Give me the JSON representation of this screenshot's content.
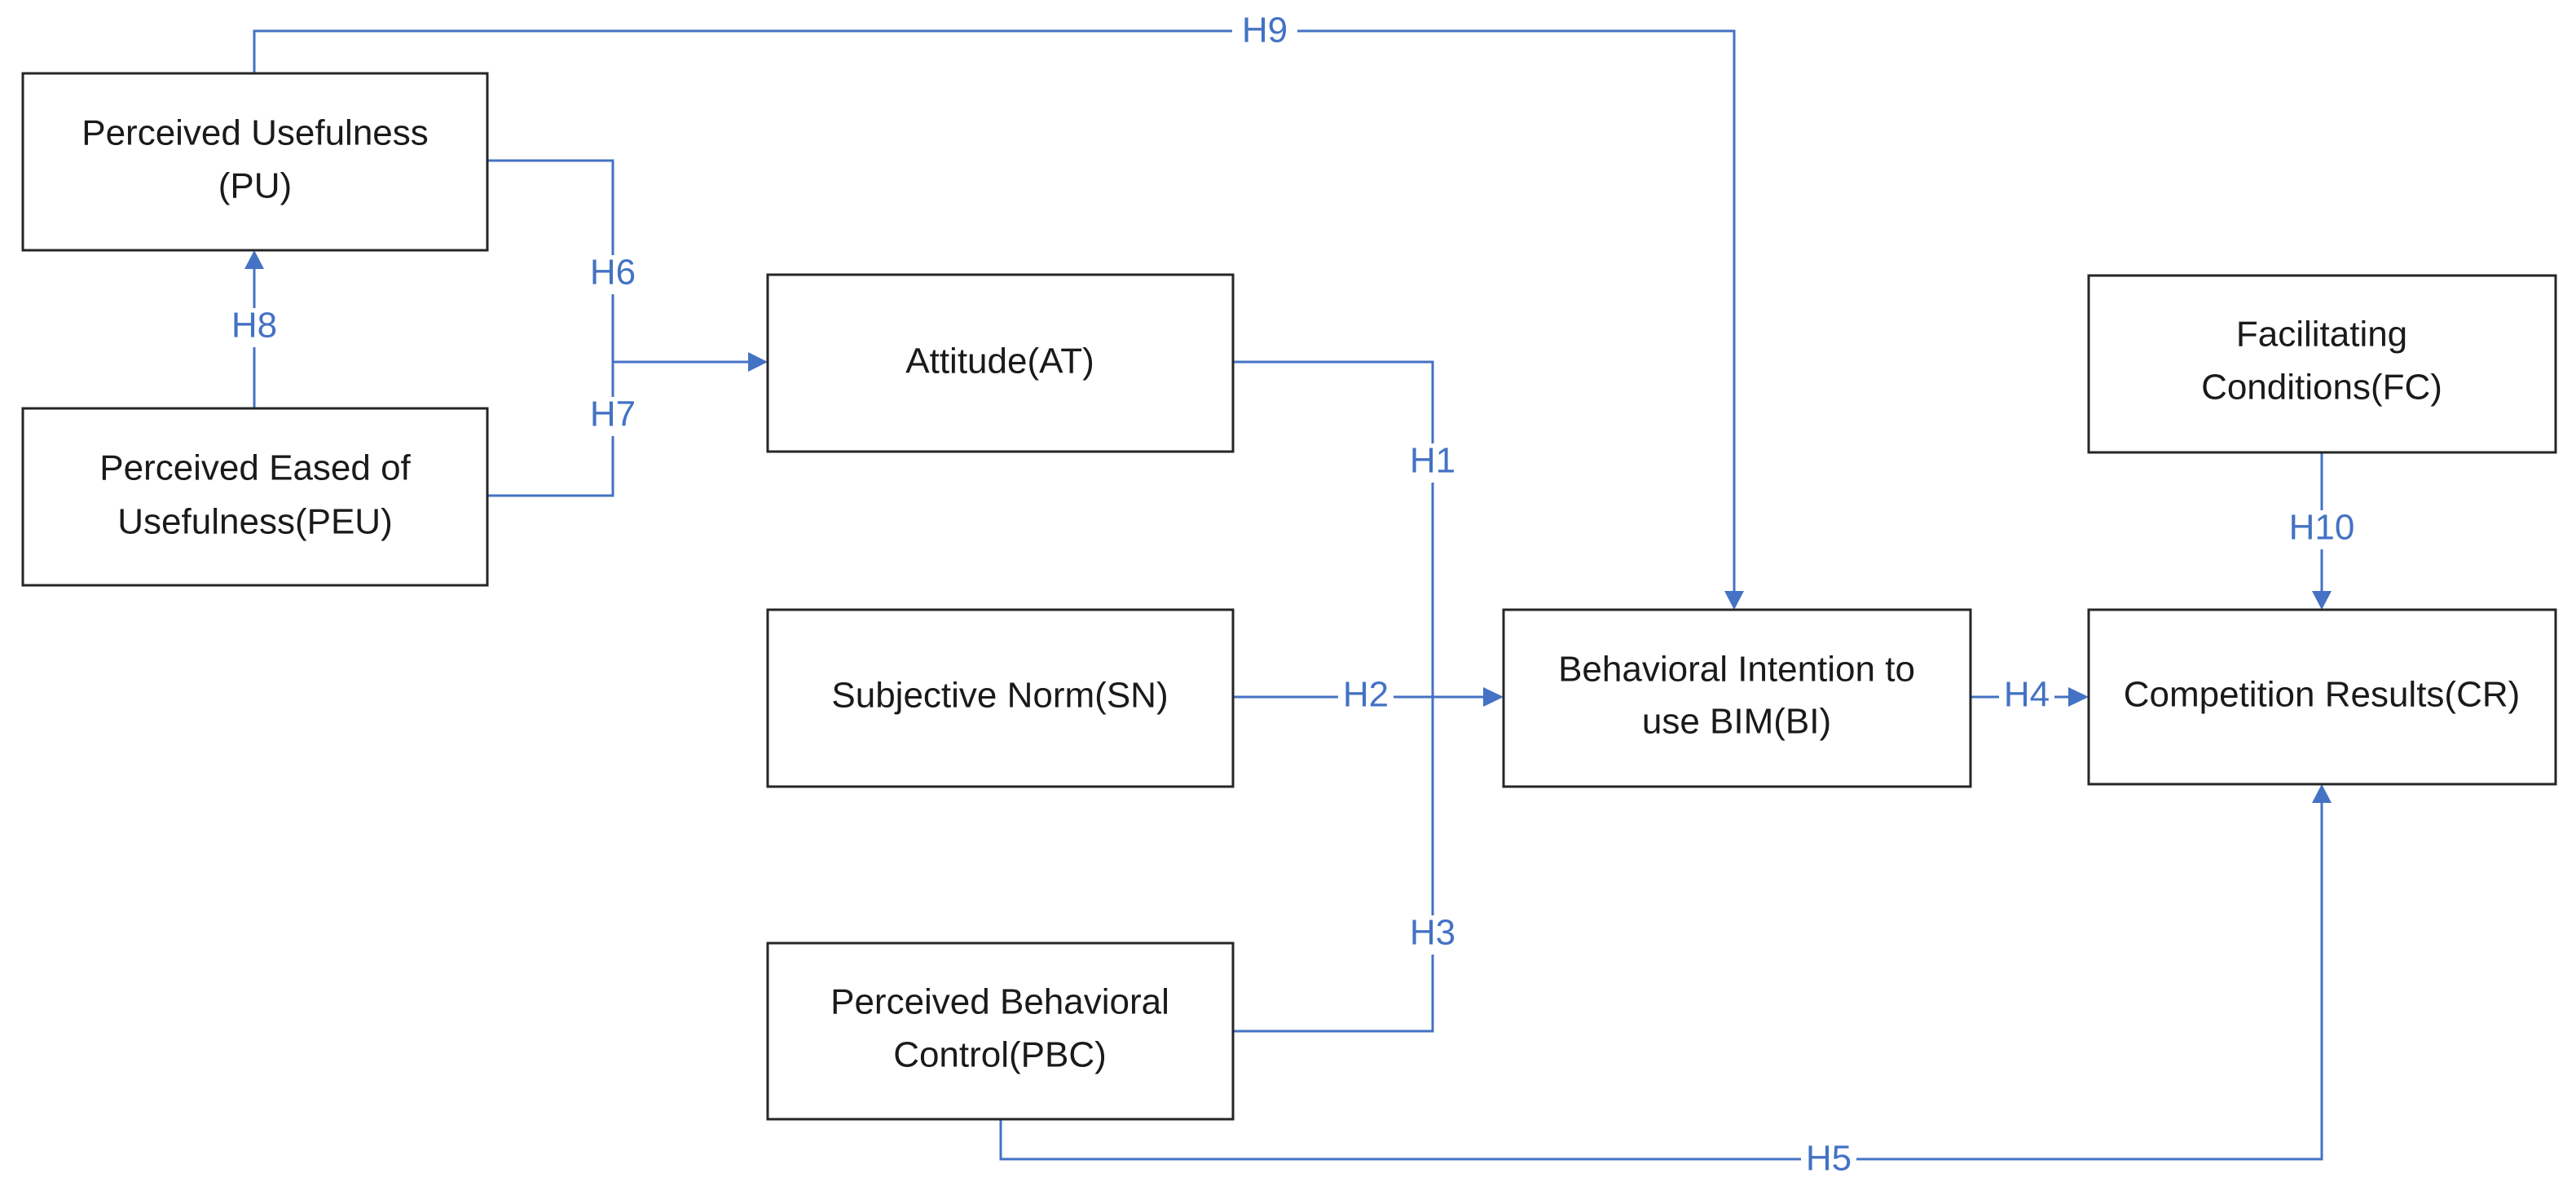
{
  "colors": {
    "edge": "#4472c4",
    "box_border": "#262626",
    "text": "#1a1a1a",
    "background": "#ffffff"
  },
  "nodes": {
    "pu": {
      "line1": "Perceived Usefulness",
      "line2": "(PU)"
    },
    "peu": {
      "line1": "Perceived Eased of",
      "line2": "Usefulness(PEU)"
    },
    "at": {
      "line1": "Attitude(AT)"
    },
    "sn": {
      "line1": "Subjective Norm(SN)"
    },
    "pbc": {
      "line1": "Perceived Behavioral",
      "line2": "Control(PBC)"
    },
    "bi": {
      "line1": "Behavioral Intention to",
      "line2": "use BIM(BI)"
    },
    "fc": {
      "line1": "Facilitating",
      "line2": "Conditions(FC)"
    },
    "cr": {
      "line1": "Competition Results(CR)"
    }
  },
  "edges": {
    "h1": "H1",
    "h2": "H2",
    "h3": "H3",
    "h4": "H4",
    "h5": "H5",
    "h6": "H6",
    "h7": "H7",
    "h8": "H8",
    "h9": "H9",
    "h10": "H10"
  }
}
